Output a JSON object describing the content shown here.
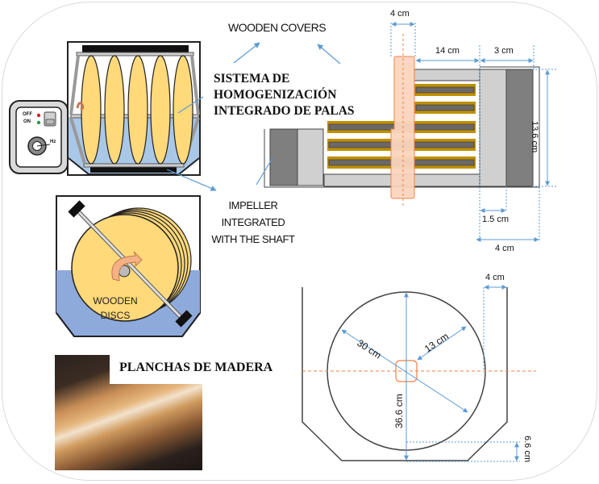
{
  "labels": {
    "wooden_covers": "WOODEN COVERS",
    "sistema_line1": "SISTEMA DE",
    "sistema_line2": "HOMOGENIZACIÓN",
    "sistema_line3": "INTEGRADO DE PALAS",
    "impeller_line1": "IMPELLER",
    "impeller_line2": "INTEGRATED",
    "impeller_line3": "WITH THE SHAFT",
    "wooden_discs_line1": "WOODEN",
    "wooden_discs_line2": "DISCS",
    "planchas": "PLANCHAS DE MADERA"
  },
  "control_panel": {
    "off_label": "OFF",
    "on_label": "ON",
    "hz_label": "Hz",
    "off_led_color": "#e02020",
    "on_led_color": "#20a040"
  },
  "side_view_dims": {
    "shaft_width": "4 cm",
    "disc_stack_length": "14 cm",
    "cover_thickness": "3 cm",
    "height": "13.6 cm",
    "gap": "1.5 cm",
    "wall_offset": "4 cm"
  },
  "front_view_dims": {
    "wall_gap": "4 cm",
    "diameter": "30 cm",
    "radius": "13 cm",
    "total_height": "36.6 cm",
    "bottom_clearance": "6.6 cm"
  },
  "colors": {
    "disc_yellow": "#ffd97a",
    "water_blue": "#a9c8e8",
    "dim_blue": "#5b9bd5",
    "shaft_orange": "#f4b183",
    "wood_gold": "#bf9000",
    "cover_dark": "#7f7f7f",
    "cover_light": "#d0d0d0"
  }
}
